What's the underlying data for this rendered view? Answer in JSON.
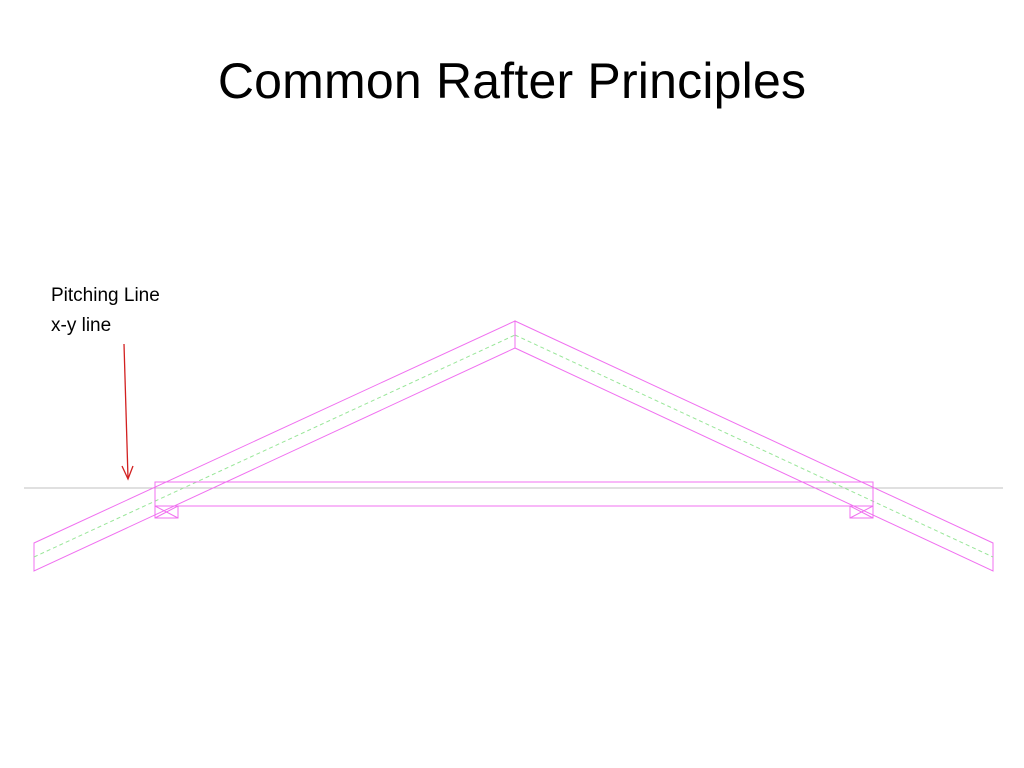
{
  "title": "Common Rafter Principles",
  "callout": {
    "line1": "Pitching Line",
    "line2": "x-y line"
  },
  "colors": {
    "rafter": "#f070f0",
    "rafter_centerline": "#99e699",
    "pitching_line": "#c0c0c0",
    "arrow": "#d22020",
    "text": "#000000"
  }
}
